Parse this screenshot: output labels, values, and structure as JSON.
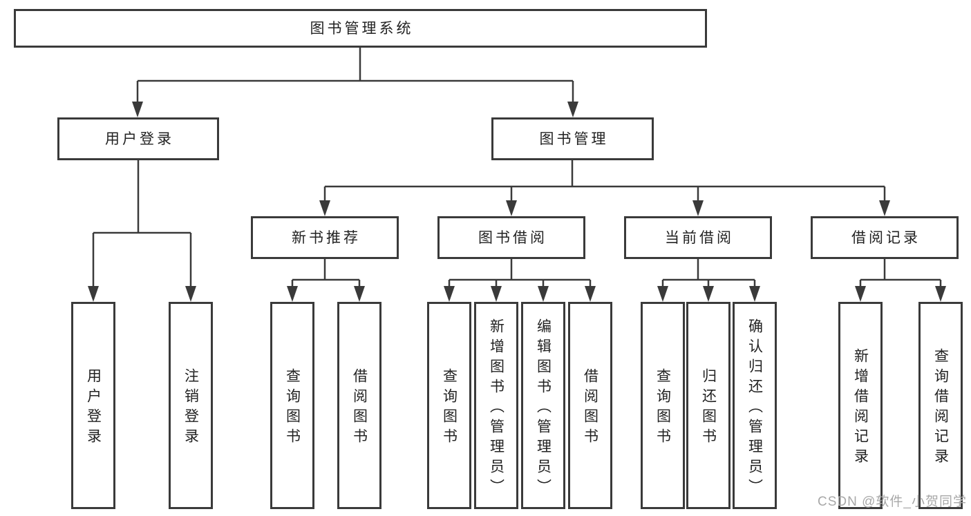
{
  "colors": {
    "line": "#3a3a3a",
    "box_border": "#3a3a3a",
    "text": "#222222",
    "watermark": "#a8a8a8",
    "background": "#ffffff"
  },
  "watermark": "CSDN @软件_小贺同学",
  "tree": {
    "root": {
      "label": "图书管理系统"
    },
    "branches": [
      {
        "label": "用户登录",
        "children": [
          {
            "label": "用户登录"
          },
          {
            "label": "注销登录"
          }
        ]
      },
      {
        "label": "图书管理",
        "children": [
          {
            "label": "新书推荐",
            "children": [
              {
                "label": "查询图书"
              },
              {
                "label": "借阅图书"
              }
            ]
          },
          {
            "label": "图书借阅",
            "children": [
              {
                "label": "查询图书"
              },
              {
                "label": "新增图书（管理员）"
              },
              {
                "label": "编辑图书（管理员）"
              },
              {
                "label": "借阅图书"
              }
            ]
          },
          {
            "label": "当前借阅",
            "children": [
              {
                "label": "查询图书"
              },
              {
                "label": "归还图书"
              },
              {
                "label": "确认归还（管理员）"
              }
            ]
          },
          {
            "label": "借阅记录",
            "children": [
              {
                "label": "新增借阅记录"
              },
              {
                "label": "查询借阅记录"
              }
            ]
          }
        ]
      }
    ]
  }
}
